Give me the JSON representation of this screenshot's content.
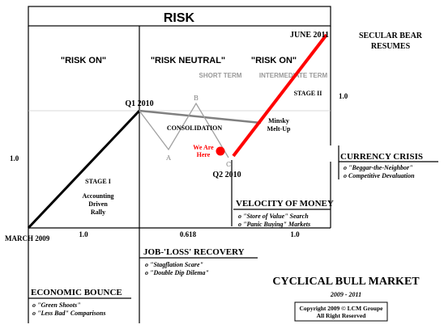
{
  "title": "RISK",
  "zones": {
    "risk_on_left": "\"RISK ON\"",
    "risk_neutral": "\"RISK NEUTRAL\"",
    "risk_on_right": "\"RISK ON\"",
    "short_term": "SHORT TERM",
    "intermediate_term": "INTERMEDIATE TERM"
  },
  "points": {
    "june_2011": "JUNE 2011",
    "secular_bear_1": "SECULAR BEAR",
    "secular_bear_2": "RESUMES",
    "q1_2010": "Q1 2010",
    "q2_2010": "Q2 2010",
    "march_2009": "MARCH 2009",
    "a": "A",
    "b": "B",
    "c": "C",
    "consolidation": "CONSOLIDATION",
    "we_are_1": "We Are",
    "we_are_2": "Here",
    "minsky_1": "Minsky",
    "minsky_2": "Melt-Up",
    "stage_1": "STAGE I",
    "stage_2": "STAGE II",
    "rally_1": "Accounting",
    "rally_2": "Driven",
    "rally_3": "Rally"
  },
  "ticks": {
    "left_y": "1.0",
    "right_y": "1.0",
    "x_left": "1.0",
    "x_mid": "0.618",
    "x_right": "1.0"
  },
  "sections": {
    "currency_crisis": {
      "title": "CURRENCY CRISIS",
      "items": [
        "o \"Beggar-the-Neighbor\"",
        "o  Competitive Devaluation"
      ]
    },
    "velocity_of_money": {
      "title": "VELOCITY OF MONEY",
      "items": [
        "o \"Store of Value\" Search",
        "o \"Panic Buying\" Markets"
      ]
    },
    "job_loss_recovery": {
      "title": "JOB-'LOSS' RECOVERY",
      "items": [
        "o \"Stagflation Scare\"",
        "o \"Double Dip Dilema\""
      ]
    },
    "economic_bounce": {
      "title": "ECONOMIC BOUNCE",
      "items": [
        "o \"Green Shoots\"",
        "o \"Less Bad\" Comparisons"
      ]
    }
  },
  "footer": {
    "market_title": "CYCLICAL BULL MARKET",
    "years": "2009 - 2011",
    "copyright_1": "Copyright 2009 © LCM Groupe",
    "copyright_2": "All Right Reserved"
  },
  "colors": {
    "ink": "#000000",
    "rally_line": "#000000",
    "meltup_line": "#ff0000",
    "consolidation_line": "#808080",
    "pattern_line": "#a0a0a0",
    "term_label": "#999999",
    "marker": "#ff0000"
  }
}
